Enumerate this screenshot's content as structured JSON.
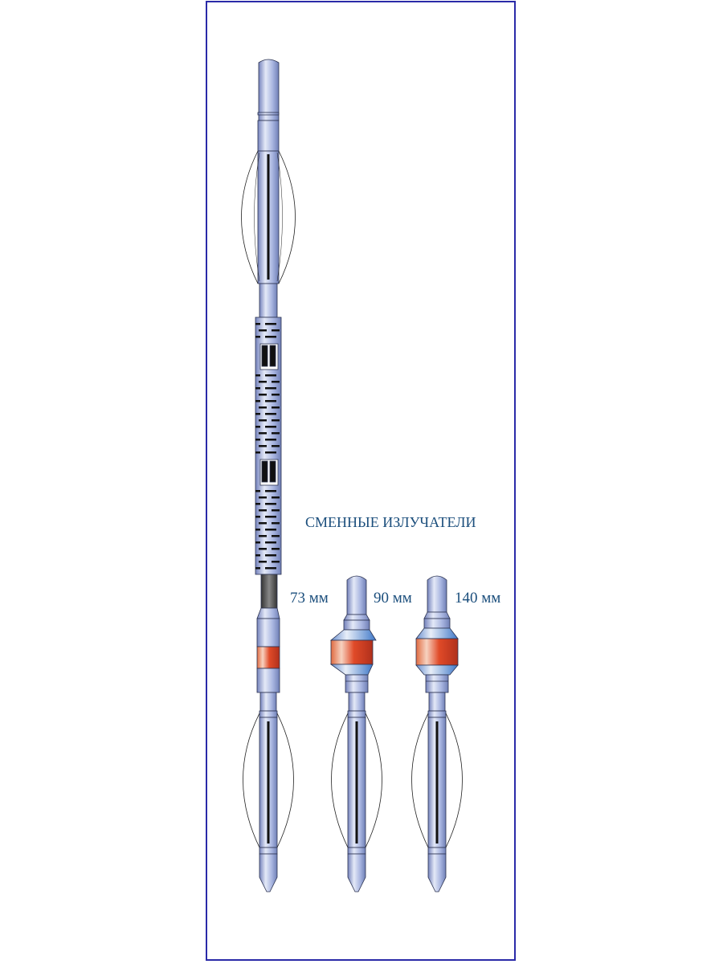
{
  "title": "СМЕННЫЕ ИЗЛУЧАТЕЛИ",
  "emitters": [
    {
      "label": "73 мм"
    },
    {
      "label": "90 мм"
    },
    {
      "label": "140 мм"
    }
  ],
  "colors": {
    "frame": "#2a2aa8",
    "text": "#1b4e7c",
    "body": "#a9b6e0",
    "emitter_band": "#d8402a"
  }
}
